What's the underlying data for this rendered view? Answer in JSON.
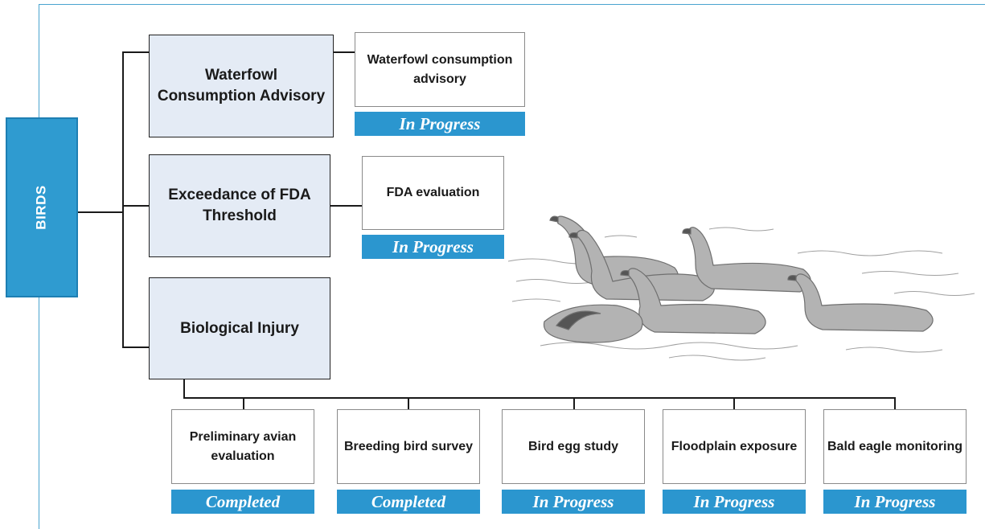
{
  "root": {
    "label": "BIRDS"
  },
  "categories": [
    {
      "label": "Waterfowl Consumption Advisory"
    },
    {
      "label": "Exceedance of FDA Threshold"
    },
    {
      "label": "Biological Injury"
    }
  ],
  "tasks": {
    "waterfowl_advisory": {
      "label": "Waterfowl consumption advisory",
      "status": "In Progress"
    },
    "fda_evaluation": {
      "label": "FDA evaluation",
      "status": "In Progress"
    },
    "preliminary_avian": {
      "label": "Preliminary avian evaluation",
      "status": "Completed"
    },
    "breeding_bird": {
      "label": "Breeding bird survey",
      "status": "Completed"
    },
    "bird_egg": {
      "label": "Bird egg study",
      "status": "In Progress"
    },
    "floodplain": {
      "label": "Floodplain exposure",
      "status": "In Progress"
    },
    "bald_eagle": {
      "label": "Bald eagle monitoring",
      "status": "In Progress"
    }
  },
  "colors": {
    "status_fill": "#2b96cf",
    "category_fill": "#e4ebf5",
    "root_fill": "#2f9bd0",
    "frame": "#4aa3cf"
  },
  "illustration": {
    "icon": "canada-geese-illustration"
  }
}
